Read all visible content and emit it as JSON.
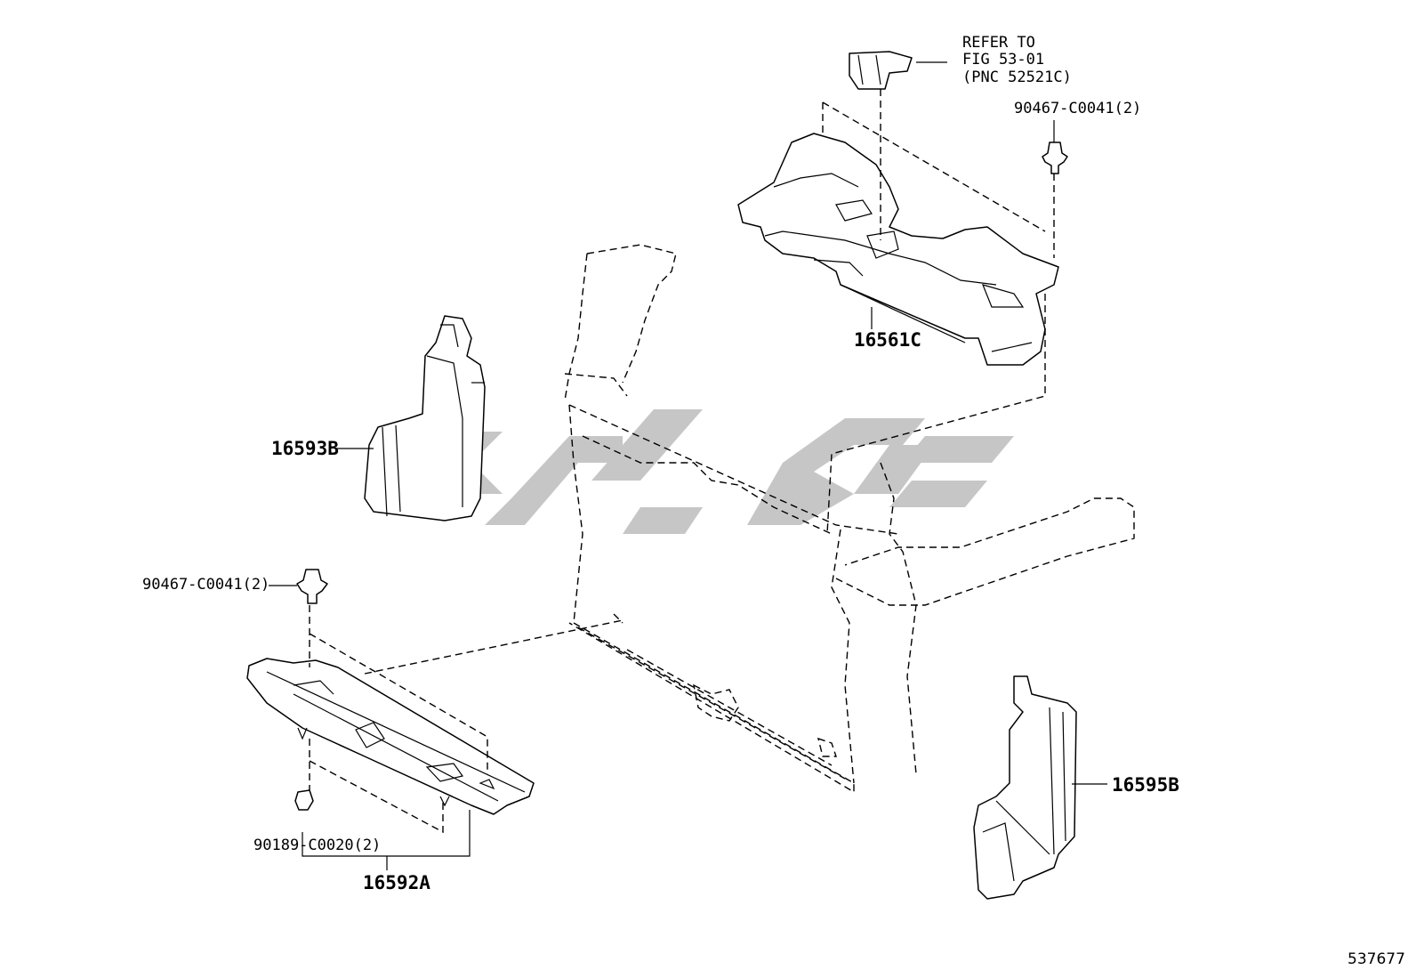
{
  "reference_note": {
    "line1": "REFER TO",
    "line2": "FIG 53-01",
    "line3": "(PNC 52521C)"
  },
  "callouts": {
    "clip_top": "90467-C0041(2)",
    "part_top": "16561C",
    "part_left": "16593B",
    "clip_left": "90467-C0041(2)",
    "clip_bottom": "90189-C0020(2)",
    "part_bottom": "16592A",
    "part_right": "16595B"
  },
  "figure_number": "537677",
  "watermark_color": "#bdbdbd"
}
